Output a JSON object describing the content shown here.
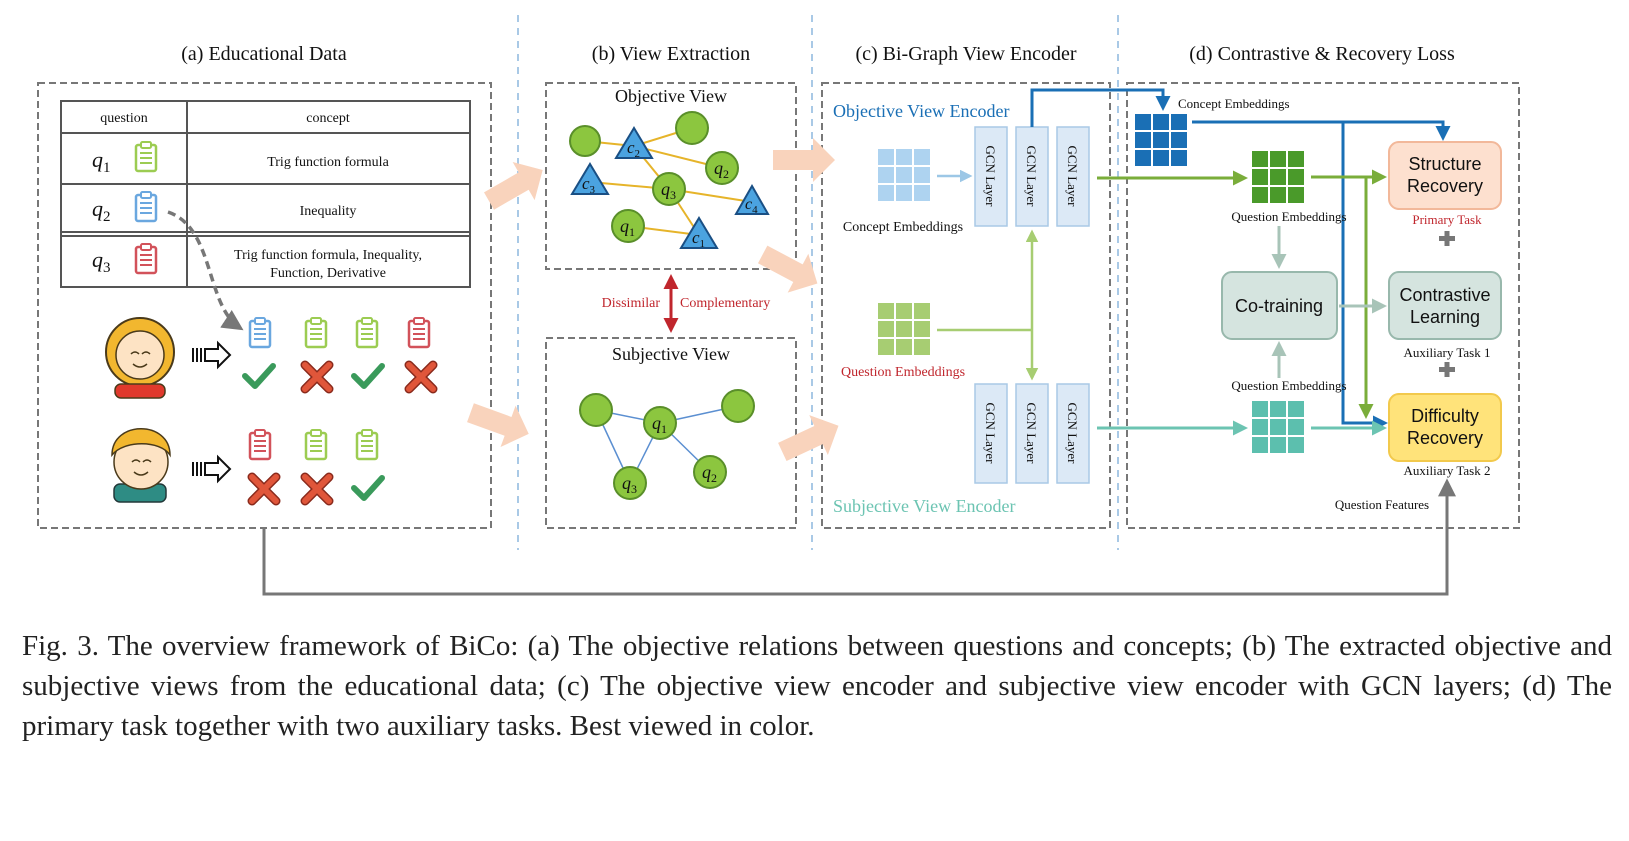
{
  "sections": {
    "a": "(a) Educational Data",
    "b": "(b) View Extraction",
    "c": "(c) Bi-Graph View Encoder",
    "d": "(d) Contrastive & Recovery Loss"
  },
  "table": {
    "header_question": "question",
    "header_concept": "concept",
    "rows": [
      {
        "q": "q",
        "sub": "1",
        "concept": [
          "Trig function formula"
        ]
      },
      {
        "q": "q",
        "sub": "2",
        "concept": [
          "Inequality"
        ]
      },
      {
        "q": "q",
        "sub": "3",
        "concept": [
          "Trig function formula, Inequality,",
          "Function, Derivative"
        ]
      }
    ]
  },
  "views": {
    "objective": "Objective View",
    "subjective": "Subjective View",
    "dissimilar": "Dissimilar",
    "complementary": "Complementary"
  },
  "objective_graph": {
    "nodes": [
      {
        "label": "",
        "sub": ""
      },
      {
        "label": "",
        "sub": ""
      },
      {
        "label": "q",
        "sub": "2"
      },
      {
        "label": "q",
        "sub": "3"
      },
      {
        "label": "q",
        "sub": "1"
      },
      {
        "label": "c",
        "sub": "2"
      },
      {
        "label": "c",
        "sub": "3"
      },
      {
        "label": "c",
        "sub": "4"
      },
      {
        "label": "c",
        "sub": "1"
      }
    ]
  },
  "subjective_graph": {
    "nodes": [
      {
        "label": "",
        "sub": ""
      },
      {
        "label": "q",
        "sub": "1"
      },
      {
        "label": "",
        "sub": ""
      },
      {
        "label": "q",
        "sub": "3"
      },
      {
        "label": "q",
        "sub": "2"
      }
    ]
  },
  "encoder": {
    "objective_title": "Objective View Encoder",
    "subjective_title": "Subjective View Encoder",
    "concept_embeddings": "Concept Embeddings",
    "question_embeddings": "Question Embeddings",
    "gcn_layer": "GCN Layer"
  },
  "loss": {
    "concept_embeddings": "Concept Embeddings",
    "question_embeddings_top": "Question Embeddings",
    "question_embeddings_bottom": "Question Embeddings",
    "co_training": "Co-training",
    "structure_recovery": [
      "Structure",
      "Recovery"
    ],
    "primary_task": "Primary Task",
    "contrastive_learning": [
      "Contrastive",
      "Learning"
    ],
    "auxiliary_task_1": "Auxiliary Task 1",
    "difficulty_recovery": [
      "Difficulty",
      "Recovery"
    ],
    "auxiliary_task_2": "Auxiliary Task 2",
    "question_features": "Question Features"
  },
  "caption": "Fig. 3.  The overview framework of BiCo: (a) The objective relations between questions and concepts; (b) The extracted objective and subjective views from the educational data; (c) The objective view encoder and subjective view encoder with GCN layers; (d) The primary task together with two auxiliary tasks. Best viewed in color.",
  "colors": {
    "obj_blue": "#1a6fb5",
    "subj_teal": "#6cc4b2",
    "green": "#7aad3a",
    "red": "#c0262d",
    "structure_fill": "#fde0cf",
    "contrast_fill": "#d5e4df",
    "difficulty_fill": "#ffe37a",
    "arrow_peach": "#f9d3bc"
  }
}
